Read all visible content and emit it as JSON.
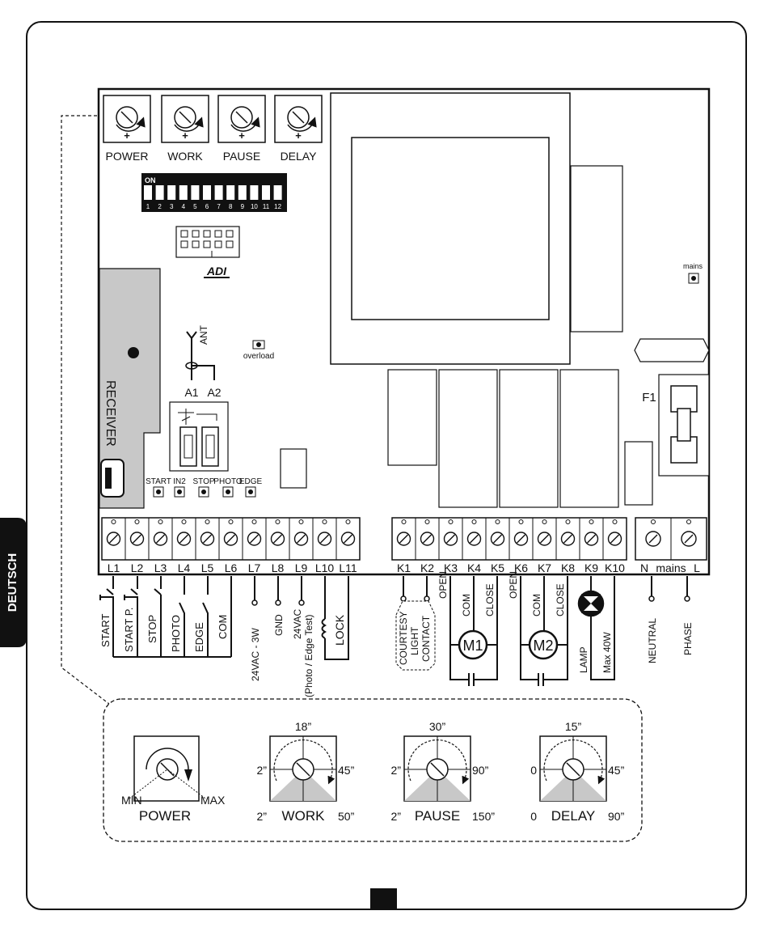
{
  "side_tab": {
    "label": "DEUTSCH"
  },
  "trimmers_top": [
    {
      "label": "POWER"
    },
    {
      "label": "WORK"
    },
    {
      "label": "PAUSE"
    },
    {
      "label": "DELAY"
    }
  ],
  "dip": {
    "on_label": "ON",
    "numbers": [
      "1",
      "2",
      "3",
      "4",
      "5",
      "6",
      "7",
      "8",
      "9",
      "10",
      "11",
      "12"
    ]
  },
  "adi_label": "ADI",
  "mains_small": "mains",
  "overload": "overload",
  "ant": "ANT",
  "receiver": "RECEIVER",
  "a_labels": [
    "A1",
    "A2"
  ],
  "led_labels": [
    "START",
    "IN2",
    "STOP",
    "PHOTO",
    "EDGE"
  ],
  "fuse_label": "F1",
  "terminals_left": [
    "L1",
    "L2",
    "L3",
    "L4",
    "L5",
    "L6",
    "L7",
    "L8",
    "L9",
    "L10",
    "L11"
  ],
  "terminals_mid": [
    "K1",
    "K2",
    "K3",
    "K4",
    "K5",
    "K6",
    "K7",
    "K8",
    "K9",
    "K10"
  ],
  "terminals_right": [
    "N",
    "mains",
    "L"
  ],
  "wiring": {
    "start": "START",
    "start_p": "START P.",
    "stop": "STOP",
    "photo": "PHOTO",
    "edge": "EDGE",
    "com": "COM",
    "l7": "24VAC - 3W",
    "gnd": "GND",
    "l9a": "24VAC",
    "l9b": "(Photo / Edge Test)",
    "lock": "LOCK",
    "courtesy1": "COURTESY",
    "courtesy2": "LIGHT",
    "courtesy3": "CONTACT",
    "open": "OPEN",
    "com2": "COM",
    "close": "CLOSE",
    "m1": "M1",
    "m2": "M2",
    "lamp": "LAMP",
    "lamp_max": "Max 40W",
    "neutral": "NEUTRAL",
    "phase": "PHASE"
  },
  "legend": {
    "power": {
      "label": "POWER",
      "min": "MIN",
      "max": "MAX"
    },
    "work": {
      "label": "WORK",
      "top": "18”",
      "left": "2”",
      "right": "45”",
      "bl": "2”",
      "br": "50”"
    },
    "pause": {
      "label": "PAUSE",
      "top": "30”",
      "left": "2”",
      "right": "90”",
      "bl": "2”",
      "br": "150”"
    },
    "delay": {
      "label": "DELAY",
      "top": "15”",
      "left": "0",
      "right": "45”",
      "bl": "0",
      "br": "90”"
    }
  }
}
